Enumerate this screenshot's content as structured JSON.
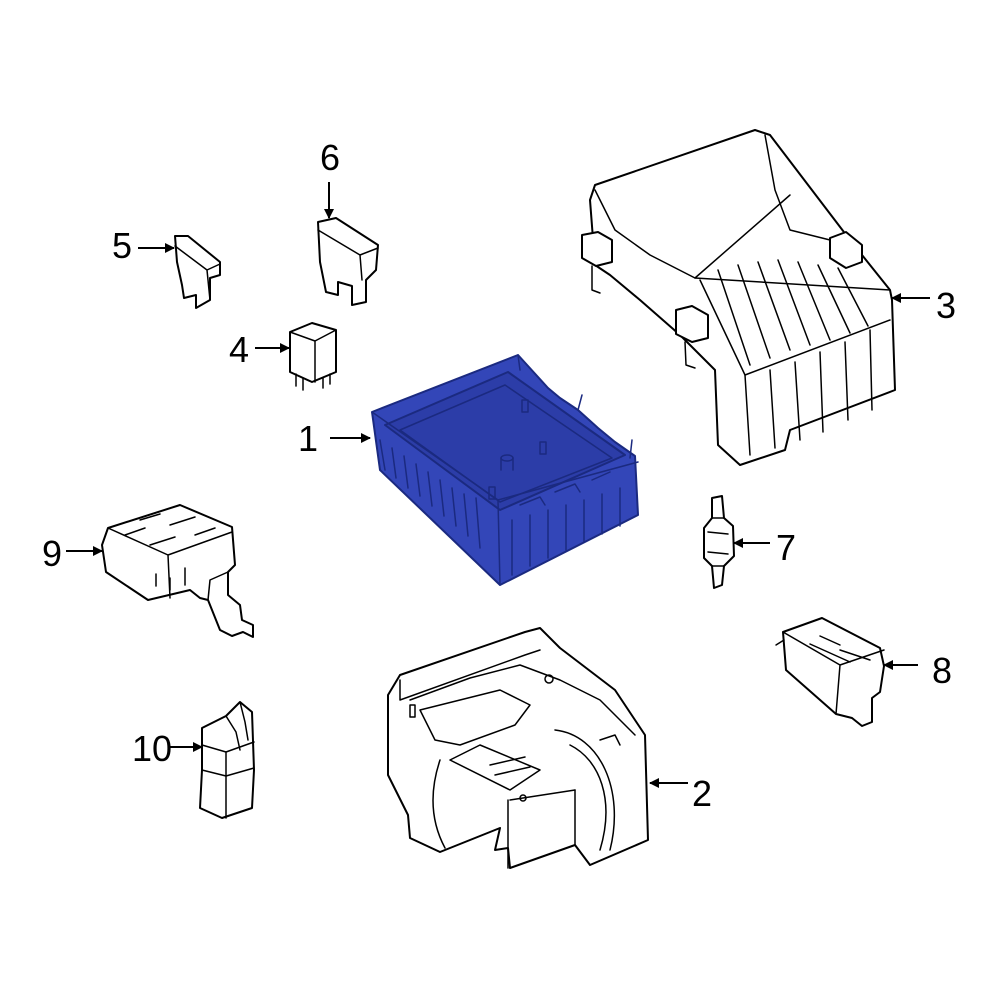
{
  "colors": {
    "background": "#ffffff",
    "line": "#000000",
    "highlight_fill": "#3346b8",
    "highlight_stroke": "#1b2a80"
  },
  "highlighted_part": "1",
  "callouts": [
    {
      "id": "1",
      "label": "1"
    },
    {
      "id": "2",
      "label": "2"
    },
    {
      "id": "3",
      "label": "3"
    },
    {
      "id": "4",
      "label": "4"
    },
    {
      "id": "5",
      "label": "5"
    },
    {
      "id": "6",
      "label": "6"
    },
    {
      "id": "7",
      "label": "7"
    },
    {
      "id": "8",
      "label": "8"
    },
    {
      "id": "9",
      "label": "9"
    },
    {
      "id": "10",
      "label": "10"
    }
  ]
}
